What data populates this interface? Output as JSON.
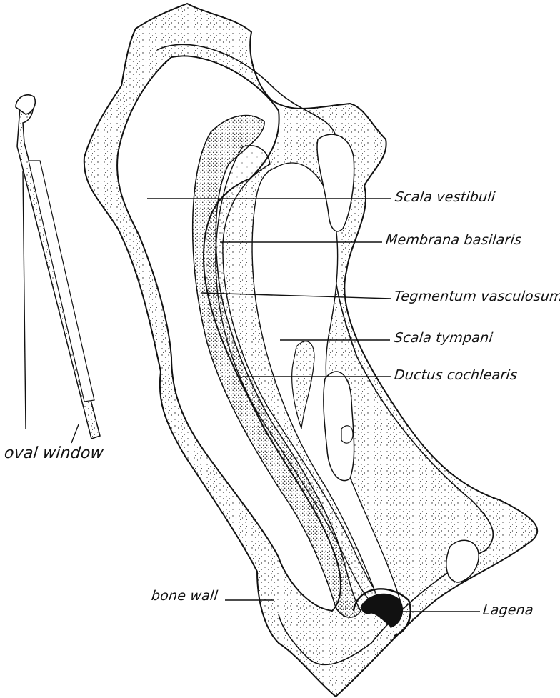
{
  "figure": {
    "labels": {
      "scala_vestibuli": "Scala vestibuli",
      "membrana_basilaris": "Membrana basilaris",
      "tegmentum_vasculosum": "Tegmentum vasculosum",
      "scala_tympani": "Scala tympani",
      "ductus_cochlearis": "Ductus cochlearis",
      "oval_window": "oval window",
      "bone_wall": "bone wall",
      "lagena": "Lagena"
    }
  }
}
